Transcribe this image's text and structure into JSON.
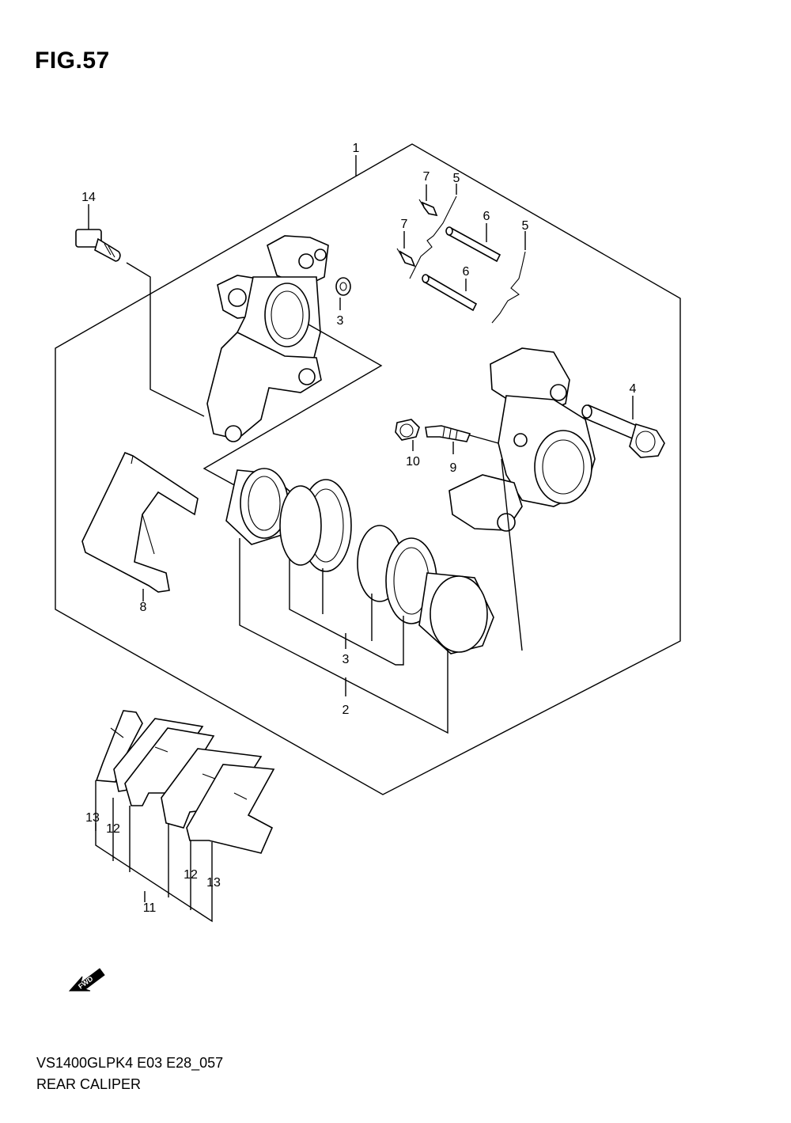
{
  "figure": {
    "title": "FIG.57",
    "code": "VS1400GLPK4 E03 E28_057",
    "name": "REAR CALIPER",
    "fwd_marker": "FWD"
  },
  "callouts": [
    {
      "id": "c1",
      "text": "1"
    },
    {
      "id": "c14",
      "text": "14"
    },
    {
      "id": "c7a",
      "text": "7"
    },
    {
      "id": "c5a",
      "text": "5"
    },
    {
      "id": "c7b",
      "text": "7"
    },
    {
      "id": "c6a",
      "text": "6"
    },
    {
      "id": "c5b",
      "text": "5"
    },
    {
      "id": "c6b",
      "text": "6"
    },
    {
      "id": "c3a",
      "text": "3"
    },
    {
      "id": "c4",
      "text": "4"
    },
    {
      "id": "c10",
      "text": "10"
    },
    {
      "id": "c9",
      "text": "9"
    },
    {
      "id": "c8",
      "text": "8"
    },
    {
      "id": "c3b",
      "text": "3"
    },
    {
      "id": "c2",
      "text": "2"
    },
    {
      "id": "c13a",
      "text": "13"
    },
    {
      "id": "c12a",
      "text": "12"
    },
    {
      "id": "c12b",
      "text": "12"
    },
    {
      "id": "c13b",
      "text": "13"
    },
    {
      "id": "c11",
      "text": "11"
    }
  ]
}
